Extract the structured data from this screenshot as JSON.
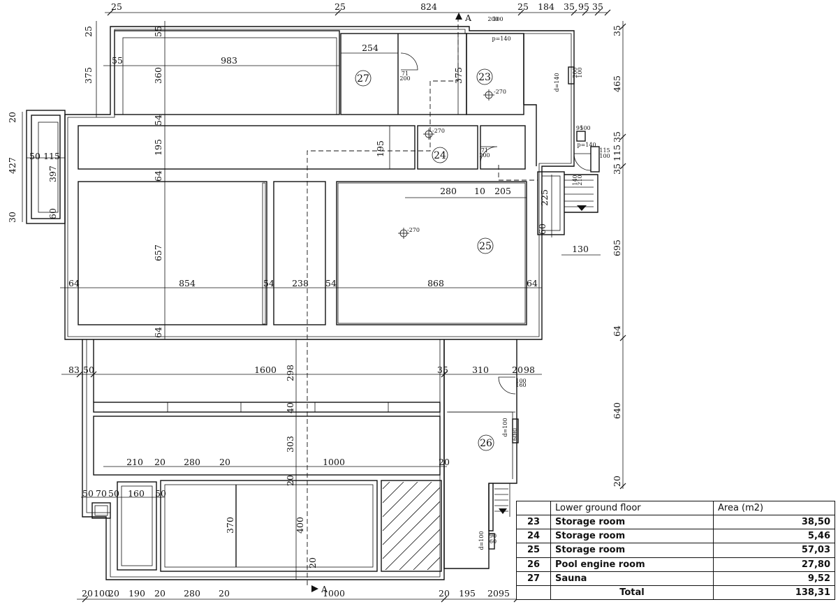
{
  "dimensions_top": [
    "25",
    "25",
    "824",
    "25",
    "184",
    "35",
    "95",
    "35"
  ],
  "dimensions_plan": [
    "25",
    "375",
    "55",
    "55",
    "983",
    "360",
    "254",
    "375",
    "54",
    "195",
    "195",
    "64",
    "280",
    "10",
    "205",
    "225",
    "657",
    "64",
    "854",
    "54",
    "238",
    "54",
    "868",
    "64",
    "64",
    "130",
    "20",
    "427",
    "50",
    "115",
    "397",
    "30",
    "60",
    "60",
    "83",
    "50",
    "1600",
    "298",
    "35",
    "310",
    "20",
    "98",
    "40",
    "303",
    "210",
    "20",
    "280",
    "20",
    "1000",
    "20",
    "20",
    "50",
    "70",
    "50",
    "160",
    "50",
    "370",
    "400",
    "20"
  ],
  "dimensions_right": [
    "35",
    "465",
    "35",
    "115",
    "35",
    "695",
    "64",
    "640",
    "20"
  ],
  "dimensions_bottom": [
    "20",
    "100",
    "20",
    "190",
    "20",
    "280",
    "20",
    "1000",
    "20",
    "195",
    "20",
    "95"
  ],
  "room_labels": [
    "27",
    "23",
    "24",
    "25",
    "26"
  ],
  "level_marks": [
    "-270",
    "-270",
    "-270"
  ],
  "small_notes": [
    "p=140",
    "p=140",
    "200",
    "100",
    "71",
    "200",
    "71",
    "200",
    "95",
    "100",
    "115",
    "100",
    "d=140",
    "100",
    "160",
    "90",
    "60",
    "d=100",
    "d=100",
    "90",
    "60",
    "200",
    "100",
    "140",
    "210"
  ],
  "section_marks": [
    "A",
    "A"
  ],
  "table": {
    "header_level": "Lower ground floor",
    "header_area": "Area (m2)",
    "rows": [
      {
        "num": "23",
        "name": "Storage room",
        "area": "38,50"
      },
      {
        "num": "24",
        "name": "Storage room",
        "area": "5,46"
      },
      {
        "num": "25",
        "name": "Storage room",
        "area": "57,03"
      },
      {
        "num": "26",
        "name": "Pool engine room",
        "area": "27,80"
      },
      {
        "num": "27",
        "name": "Sauna",
        "area": "9,52"
      }
    ],
    "total_label": "Total",
    "total_area": "138,31"
  }
}
